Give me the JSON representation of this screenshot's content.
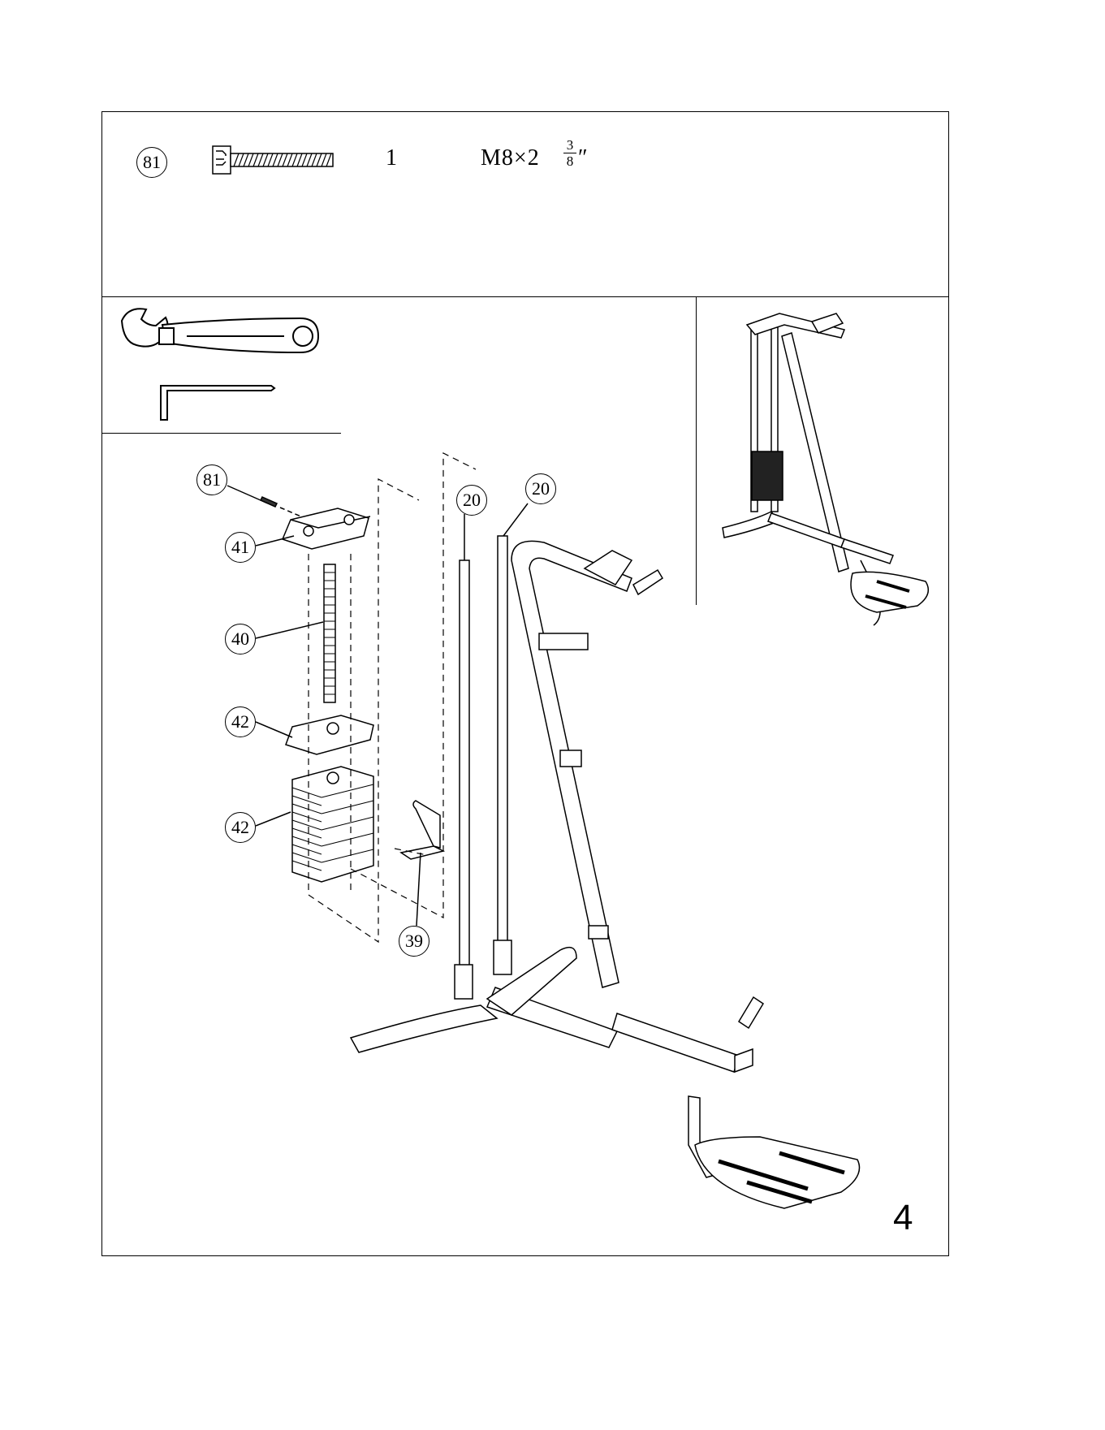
{
  "hardware": {
    "part_number": "81",
    "quantity": "1",
    "size_main": "M8×2",
    "size_fraction_num": "3",
    "size_fraction_den": "8",
    "size_unit": "″"
  },
  "callouts": {
    "c81": "81",
    "c41": "41",
    "c40": "40",
    "c42a": "42",
    "c42b": "42",
    "c39": "39",
    "c20a": "20",
    "c20b": "20"
  },
  "step_number": "4",
  "icons": [
    "bolt-icon",
    "adjustable-wrench-icon",
    "allen-key-icon"
  ]
}
